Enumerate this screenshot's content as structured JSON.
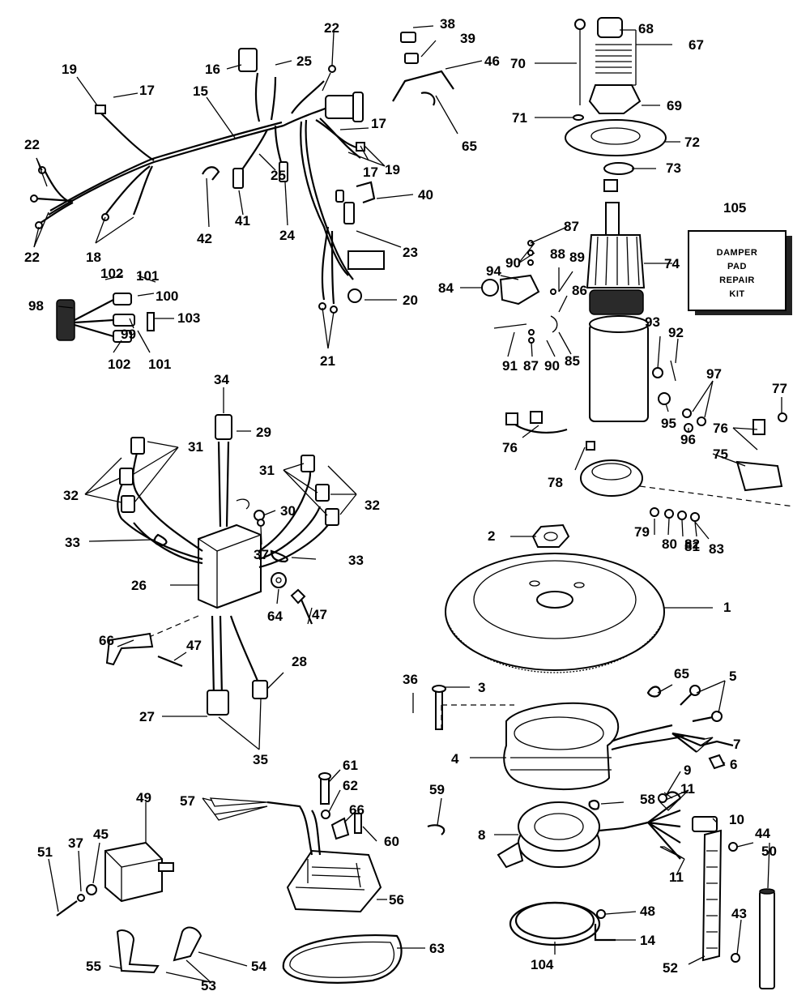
{
  "kit": {
    "label": "105",
    "lines": [
      "DAMPER",
      "PAD",
      "REPAIR",
      "KIT"
    ]
  },
  "callouts": [
    {
      "id": "c1",
      "text": "22"
    },
    {
      "id": "c2",
      "text": "38"
    },
    {
      "id": "c3",
      "text": "68"
    },
    {
      "id": "c4",
      "text": "16"
    },
    {
      "id": "c5",
      "text": "25"
    },
    {
      "id": "c6",
      "text": "39"
    },
    {
      "id": "c7",
      "text": "67"
    },
    {
      "id": "c8",
      "text": "19"
    },
    {
      "id": "c9",
      "text": "17"
    },
    {
      "id": "c10",
      "text": "46"
    },
    {
      "id": "c11",
      "text": "70"
    },
    {
      "id": "c12",
      "text": "15"
    },
    {
      "id": "c13",
      "text": "69"
    },
    {
      "id": "c14",
      "text": "71"
    },
    {
      "id": "c15",
      "text": "17"
    },
    {
      "id": "c16",
      "text": "65"
    },
    {
      "id": "c17",
      "text": "72"
    },
    {
      "id": "c18",
      "text": "22"
    },
    {
      "id": "c19",
      "text": "19"
    },
    {
      "id": "c20",
      "text": "25"
    },
    {
      "id": "c21",
      "text": "17"
    },
    {
      "id": "c22",
      "text": "73"
    },
    {
      "id": "c23",
      "text": "40"
    },
    {
      "id": "c24",
      "text": "41"
    },
    {
      "id": "c25",
      "text": "24"
    },
    {
      "id": "c26",
      "text": "42"
    },
    {
      "id": "c27",
      "text": "22"
    },
    {
      "id": "c28",
      "text": "18"
    },
    {
      "id": "c29",
      "text": "23"
    },
    {
      "id": "c30",
      "text": "87"
    },
    {
      "id": "c31",
      "text": "90"
    },
    {
      "id": "c32",
      "text": "88"
    },
    {
      "id": "c33",
      "text": "89"
    },
    {
      "id": "c34",
      "text": "74"
    },
    {
      "id": "c35",
      "text": "94"
    },
    {
      "id": "c36",
      "text": "102"
    },
    {
      "id": "c37",
      "text": "101"
    },
    {
      "id": "c38",
      "text": "100"
    },
    {
      "id": "c39",
      "text": "84"
    },
    {
      "id": "c40",
      "text": "86"
    },
    {
      "id": "c41",
      "text": "98"
    },
    {
      "id": "c42",
      "text": "20"
    },
    {
      "id": "c43",
      "text": "103"
    },
    {
      "id": "c44",
      "text": "99"
    },
    {
      "id": "c45",
      "text": "102"
    },
    {
      "id": "c46",
      "text": "101"
    },
    {
      "id": "c47",
      "text": "21"
    },
    {
      "id": "c48",
      "text": "93"
    },
    {
      "id": "c49",
      "text": "92"
    },
    {
      "id": "c50",
      "text": "91"
    },
    {
      "id": "c51",
      "text": "87"
    },
    {
      "id": "c52",
      "text": "90"
    },
    {
      "id": "c53",
      "text": "85"
    },
    {
      "id": "c54",
      "text": "34"
    },
    {
      "id": "c55",
      "text": "97"
    },
    {
      "id": "c56",
      "text": "77"
    },
    {
      "id": "c57",
      "text": "29"
    },
    {
      "id": "c58",
      "text": "31"
    },
    {
      "id": "c59",
      "text": "76"
    },
    {
      "id": "c60",
      "text": "95"
    },
    {
      "id": "c61",
      "text": "96"
    },
    {
      "id": "c62",
      "text": "75"
    },
    {
      "id": "c63",
      "text": "31"
    },
    {
      "id": "c64",
      "text": "76"
    },
    {
      "id": "c65",
      "text": "78"
    },
    {
      "id": "c66",
      "text": "32"
    },
    {
      "id": "c67",
      "text": "32"
    },
    {
      "id": "c68",
      "text": "30"
    },
    {
      "id": "c69",
      "text": "79"
    },
    {
      "id": "c70",
      "text": "80"
    },
    {
      "id": "c71",
      "text": "81"
    },
    {
      "id": "c72",
      "text": "82"
    },
    {
      "id": "c73",
      "text": "83"
    },
    {
      "id": "c74",
      "text": "2"
    },
    {
      "id": "c75",
      "text": "33"
    },
    {
      "id": "c76",
      "text": "37"
    },
    {
      "id": "c77",
      "text": "33"
    },
    {
      "id": "c78",
      "text": "26"
    },
    {
      "id": "c79",
      "text": "64"
    },
    {
      "id": "c80",
      "text": "47"
    },
    {
      "id": "c81",
      "text": "1"
    },
    {
      "id": "c82",
      "text": "66"
    },
    {
      "id": "c83",
      "text": "47"
    },
    {
      "id": "c84",
      "text": "28"
    },
    {
      "id": "c85",
      "text": "65"
    },
    {
      "id": "c86",
      "text": "36"
    },
    {
      "id": "c87",
      "text": "3"
    },
    {
      "id": "c88",
      "text": "5"
    },
    {
      "id": "c89",
      "text": "27"
    },
    {
      "id": "c90",
      "text": "7"
    },
    {
      "id": "c91",
      "text": "35"
    },
    {
      "id": "c92",
      "text": "4"
    },
    {
      "id": "c93",
      "text": "6"
    },
    {
      "id": "c94",
      "text": "61"
    },
    {
      "id": "c95",
      "text": "9"
    },
    {
      "id": "c96",
      "text": "62"
    },
    {
      "id": "c97",
      "text": "49"
    },
    {
      "id": "c98",
      "text": "57"
    },
    {
      "id": "c99",
      "text": "59"
    },
    {
      "id": "c100",
      "text": "58"
    },
    {
      "id": "c101",
      "text": "11"
    },
    {
      "id": "c102",
      "text": "66"
    },
    {
      "id": "c103",
      "text": "10"
    },
    {
      "id": "c104",
      "text": "60"
    },
    {
      "id": "c105",
      "text": "51"
    },
    {
      "id": "c106",
      "text": "37"
    },
    {
      "id": "c107",
      "text": "45"
    },
    {
      "id": "c108",
      "text": "8"
    },
    {
      "id": "c109",
      "text": "44"
    },
    {
      "id": "c110",
      "text": "50"
    },
    {
      "id": "c111",
      "text": "56"
    },
    {
      "id": "c112",
      "text": "11"
    },
    {
      "id": "c113",
      "text": "48"
    },
    {
      "id": "c114",
      "text": "63"
    },
    {
      "id": "c115",
      "text": "43"
    },
    {
      "id": "c116",
      "text": "14"
    },
    {
      "id": "c117",
      "text": "55"
    },
    {
      "id": "c118",
      "text": "54"
    },
    {
      "id": "c119",
      "text": "104"
    },
    {
      "id": "c120",
      "text": "52"
    },
    {
      "id": "c121",
      "text": "53"
    }
  ]
}
